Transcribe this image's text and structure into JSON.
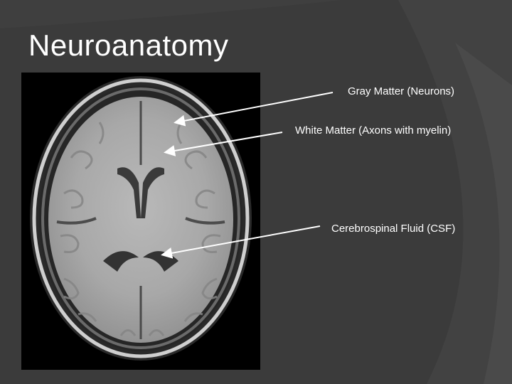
{
  "slide": {
    "title": "Neuroanatomy",
    "background_color": "#3b3b3b",
    "accent_color": "#ffffff"
  },
  "image": {
    "description_icon": "mri-brain-axial-image"
  },
  "annotations": [
    {
      "id": "gray-matter",
      "label": "Gray Matter (Neurons)"
    },
    {
      "id": "white-matter",
      "label": "White Matter (Axons with myelin)"
    },
    {
      "id": "csf",
      "label": "Cerebrospinal Fluid (CSF)"
    }
  ]
}
